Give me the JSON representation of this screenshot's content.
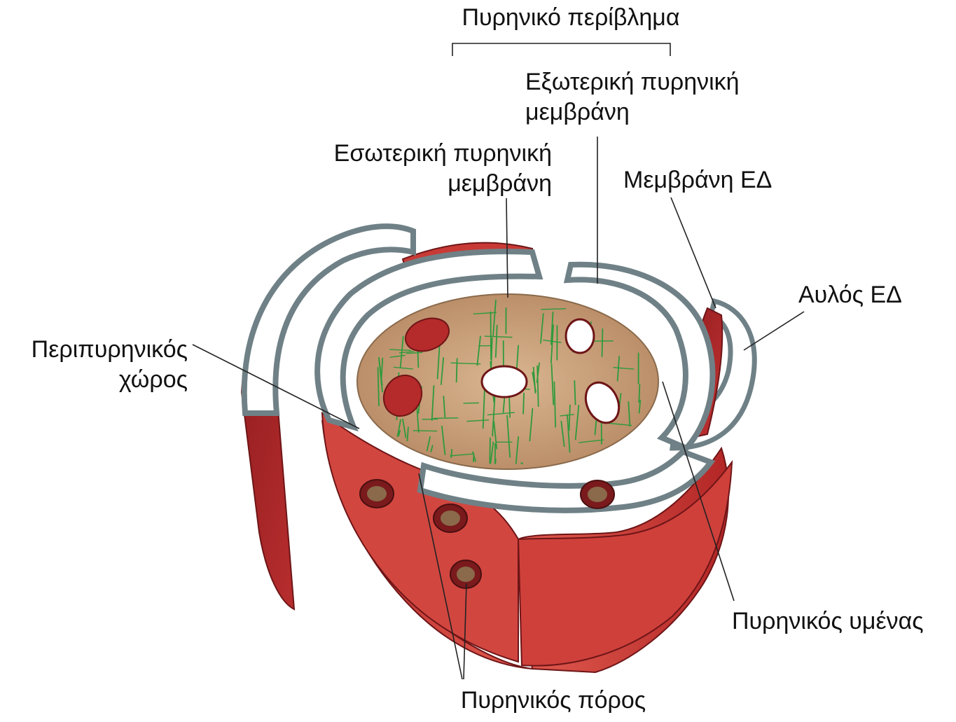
{
  "labels": {
    "nuclear_envelope": "Πυρηνικό περίβλημα",
    "outer_membrane": [
      "Εξωτερική πυρηνική",
      "μεμβράνη"
    ],
    "inner_membrane": [
      "Εσωτερική πυρηνική",
      "μεμβράνη"
    ],
    "er_membrane": "Μεμβράνη ΕΔ",
    "er_lumen": "Αυλός ΕΔ",
    "perinuclear_space": [
      "Περιπυρηνικός",
      "χώρος"
    ],
    "nuclear_lamina": "Πυρηνικός υμένας",
    "nuclear_pore": "Πυρηνικός πόρος"
  },
  "colors": {
    "membrane_red": "#d23a36",
    "membrane_dark": "#9c1f22",
    "lumen_white": "#ffffff",
    "membrane_edge": "#6f8186",
    "lamina_green": "#2f9a3c",
    "nucleoplasm_tan": "#c9a27c",
    "leader_line": "#222222"
  }
}
